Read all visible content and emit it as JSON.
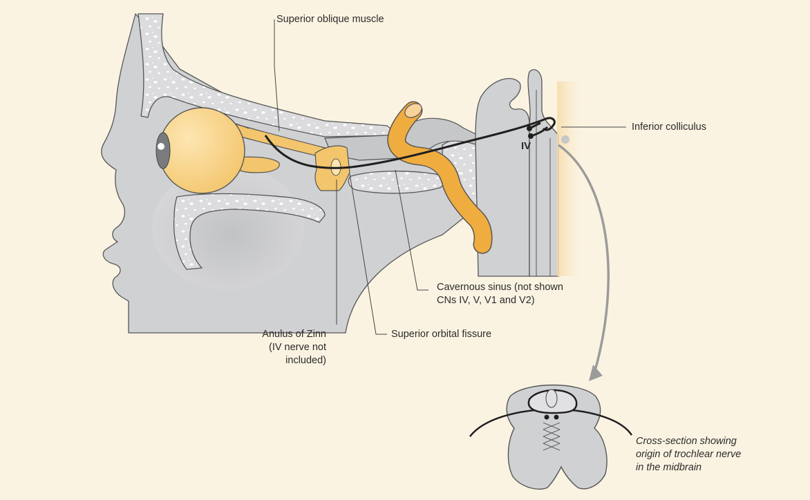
{
  "labels": {
    "superior_oblique": "Superior oblique muscle",
    "inferior_colliculus": "Inferior colliculus",
    "roman_iv": "IV",
    "cavernous_line1": "Cavernous sinus (not shown",
    "cavernous_line2": "CNs IV, V, V1 and V2)",
    "orbital_fissure": "Superior orbital fissure",
    "anulus_line1": "Anulus of Zinn",
    "anulus_line2": "(IV nerve not",
    "anulus_line3": "included)",
    "cross_line1": "Cross-section showing",
    "cross_line2": "origin of trochlear nerve",
    "cross_line3": "in the midbrain"
  },
  "colors": {
    "background": "#fbf3e2",
    "tissue_gray": "#d0d1d3",
    "light_gray": "#e1e1e3",
    "bone": "#dcdcde",
    "yellow": "#f3c56c",
    "orange": "#efac3f",
    "nerve": "#1f1f1f",
    "arrow": "#9b9b9b"
  }
}
